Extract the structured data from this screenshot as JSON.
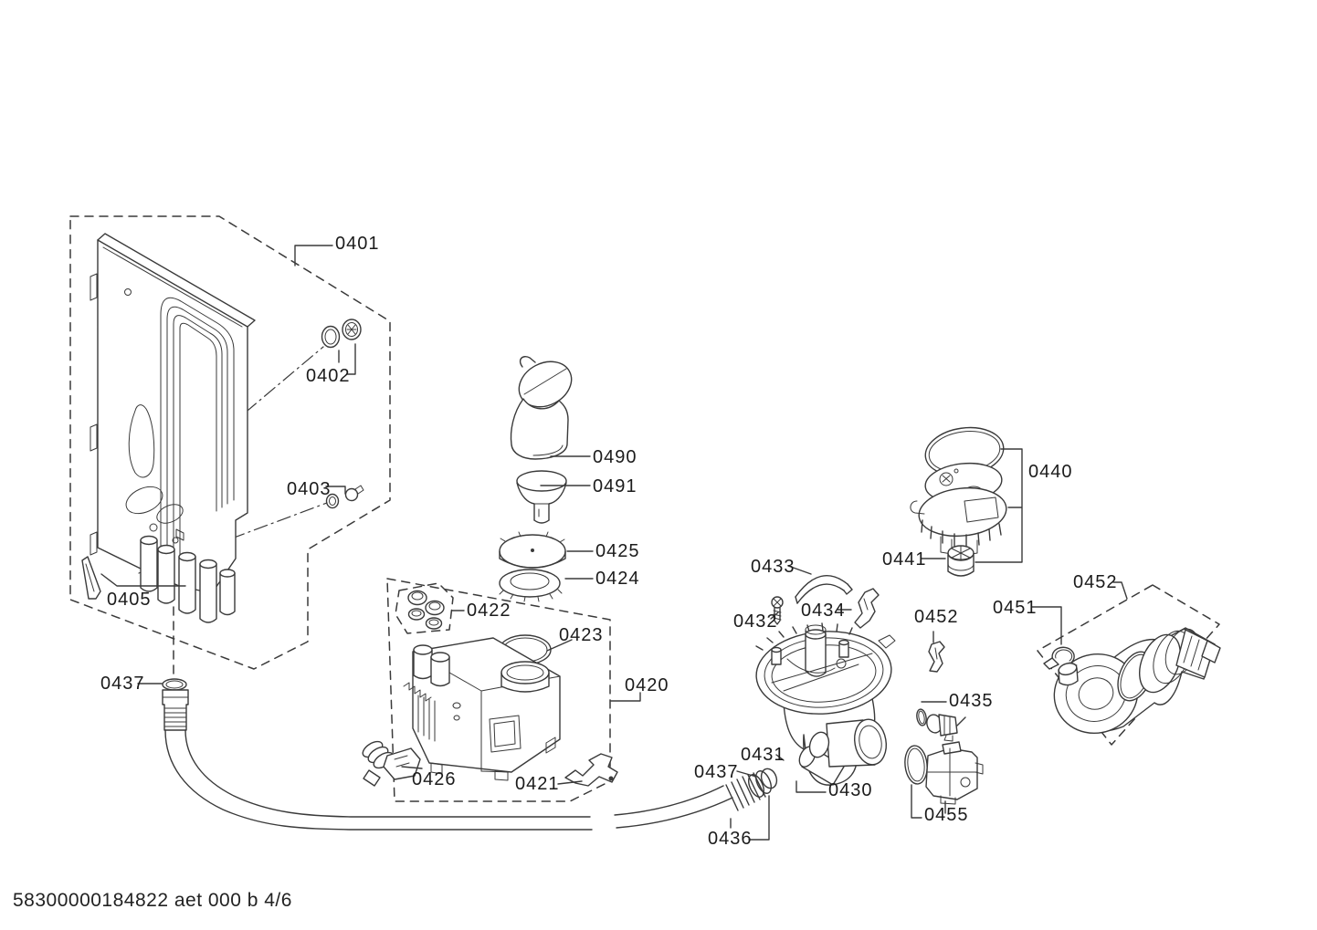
{
  "page": {
    "background_color": "#ffffff",
    "line_color": "#3a3a3a",
    "text_color": "#1b1b1b"
  },
  "footer": {
    "doc_code": "58300000184822 aet 000 b 4/6"
  },
  "diagram": {
    "type": "exploded-parts-diagram",
    "subject": "dishwasher water inlet / sump / pump components",
    "labels": [
      {
        "id": "0401",
        "text": "0401"
      },
      {
        "id": "0402",
        "text": "0402"
      },
      {
        "id": "0403",
        "text": "0403"
      },
      {
        "id": "0405",
        "text": "0405"
      },
      {
        "id": "0437-left",
        "text": "0437"
      },
      {
        "id": "0490",
        "text": "0490"
      },
      {
        "id": "0491",
        "text": "0491"
      },
      {
        "id": "0425",
        "text": "0425"
      },
      {
        "id": "0424",
        "text": "0424"
      },
      {
        "id": "0422",
        "text": "0422"
      },
      {
        "id": "0423",
        "text": "0423"
      },
      {
        "id": "0420",
        "text": "0420"
      },
      {
        "id": "0426",
        "text": "0426"
      },
      {
        "id": "0421",
        "text": "0421"
      },
      {
        "id": "0433",
        "text": "0433"
      },
      {
        "id": "0432",
        "text": "0432"
      },
      {
        "id": "0434",
        "text": "0434"
      },
      {
        "id": "0431",
        "text": "0431"
      },
      {
        "id": "0437-right",
        "text": "0437"
      },
      {
        "id": "0430",
        "text": "0430"
      },
      {
        "id": "0436",
        "text": "0436"
      },
      {
        "id": "0440",
        "text": "0440"
      },
      {
        "id": "0441",
        "text": "0441"
      },
      {
        "id": "0452-box",
        "text": "0452"
      },
      {
        "id": "0451",
        "text": "0451"
      },
      {
        "id": "0452-clip",
        "text": "0452"
      },
      {
        "id": "0435",
        "text": "0435"
      },
      {
        "id": "0455",
        "text": "0455"
      }
    ]
  }
}
